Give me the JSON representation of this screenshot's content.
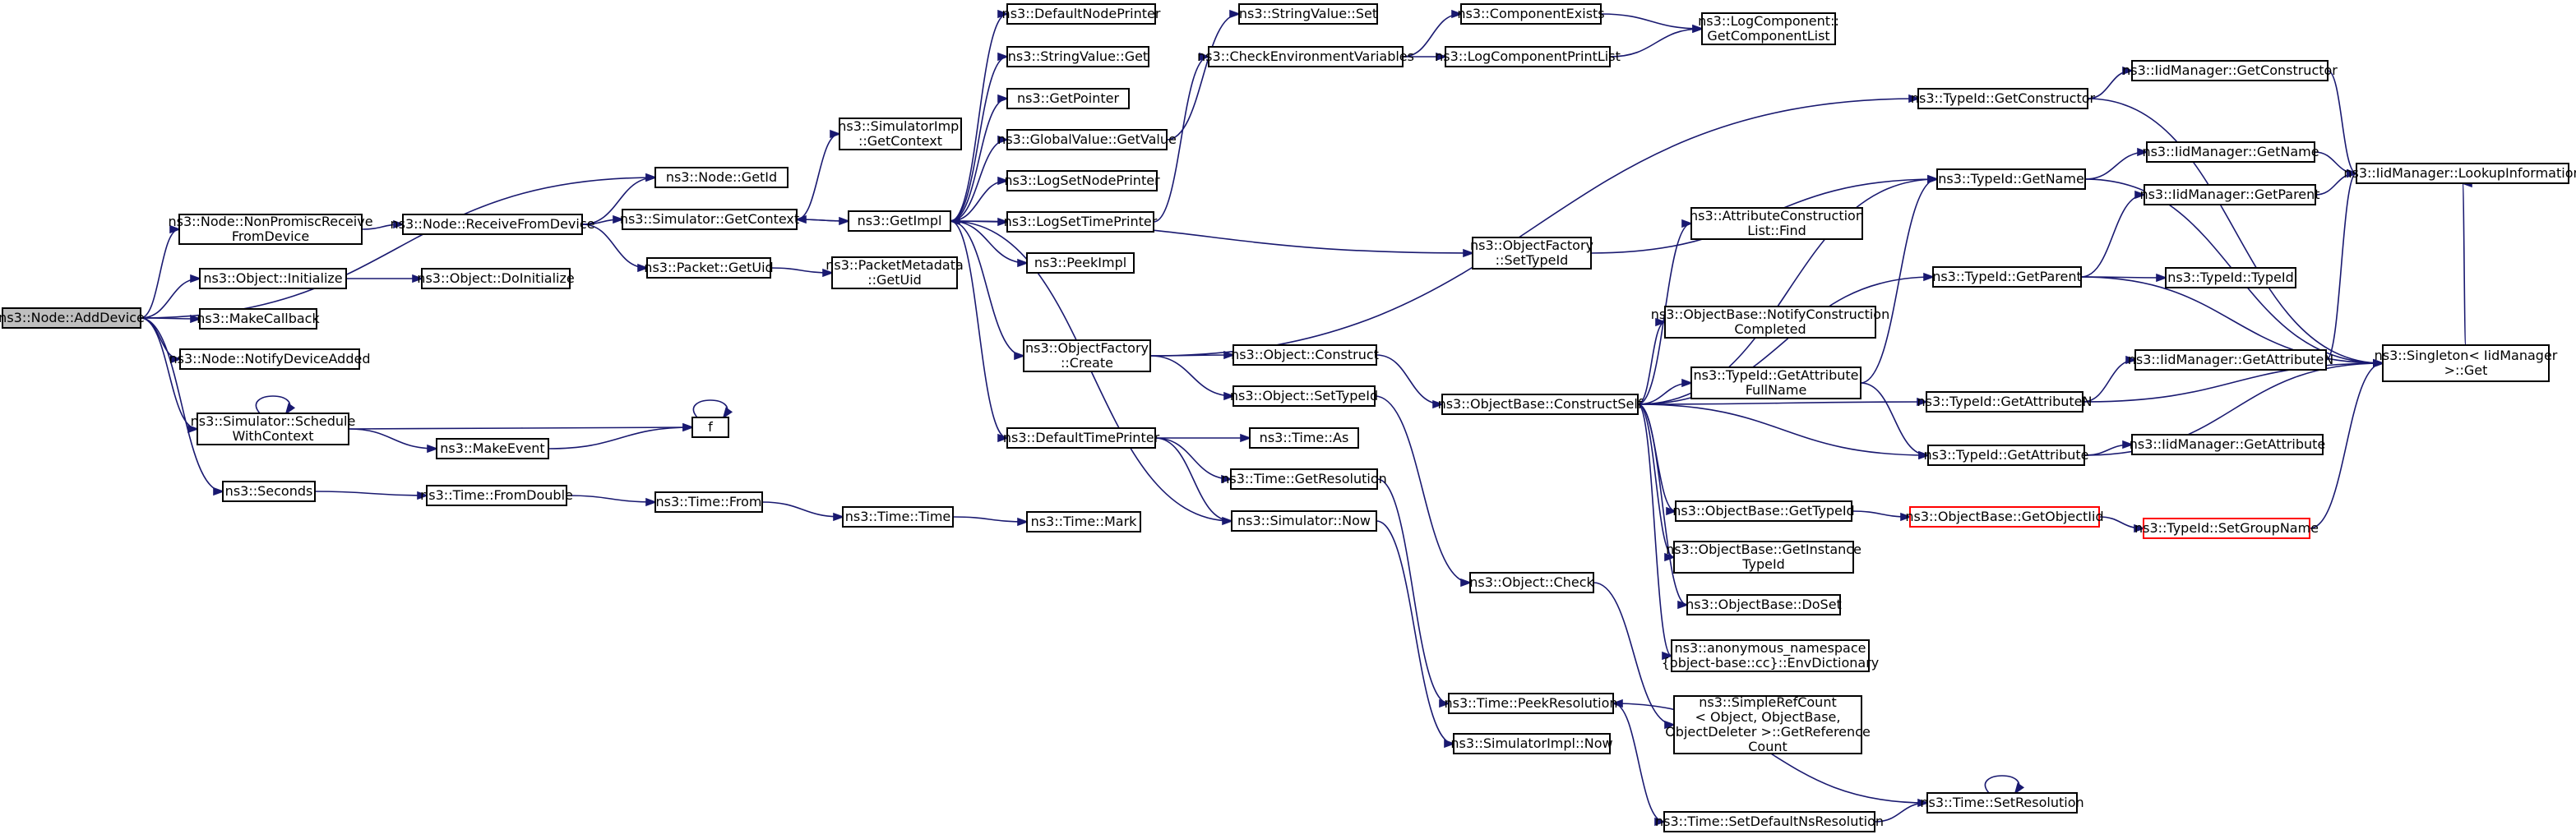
{
  "nodes": [
    {
      "id": "root",
      "lines": [
        "ns3::Node::AddDevice"
      ],
      "style": "root"
    },
    {
      "id": "getid",
      "lines": [
        "ns3::Node::GetId"
      ]
    },
    {
      "id": "nonpromisc",
      "lines": [
        "ns3::Node::NonPromiscReceive",
        "FromDevice"
      ]
    },
    {
      "id": "recvdev",
      "lines": [
        "ns3::Node::ReceiveFromDevice"
      ]
    },
    {
      "id": "simctx",
      "lines": [
        "ns3::Simulator::GetContext"
      ]
    },
    {
      "id": "implctx",
      "lines": [
        "ns3::SimulatorImpl",
        "::GetContext"
      ]
    },
    {
      "id": "getimpl",
      "lines": [
        "ns3::GetImpl"
      ]
    },
    {
      "id": "pktgetuid",
      "lines": [
        "ns3::Packet::GetUid"
      ]
    },
    {
      "id": "pktmetauid",
      "lines": [
        "ns3::PacketMetadata",
        "::GetUid"
      ]
    },
    {
      "id": "objinit",
      "lines": [
        "ns3::Object::Initialize"
      ]
    },
    {
      "id": "objdoinit",
      "lines": [
        "ns3::Object::DoInitialize"
      ]
    },
    {
      "id": "makecb",
      "lines": [
        "ns3::MakeCallback"
      ]
    },
    {
      "id": "notifydev",
      "lines": [
        "ns3::Node::NotifyDeviceAdded"
      ]
    },
    {
      "id": "schedctx",
      "lines": [
        "ns3::Simulator::Schedule",
        "WithContext"
      ]
    },
    {
      "id": "makeevent",
      "lines": [
        "ns3::MakeEvent"
      ]
    },
    {
      "id": "f",
      "lines": [
        "f"
      ]
    },
    {
      "id": "seconds",
      "lines": [
        "ns3::Seconds"
      ]
    },
    {
      "id": "fromdouble",
      "lines": [
        "ns3::Time::FromDouble"
      ]
    },
    {
      "id": "timefrom",
      "lines": [
        "ns3::Time::From"
      ]
    },
    {
      "id": "timetime",
      "lines": [
        "ns3::Time::Time"
      ]
    },
    {
      "id": "timemark",
      "lines": [
        "ns3::Time::Mark"
      ]
    },
    {
      "id": "defnodeprinter",
      "lines": [
        "ns3::DefaultNodePrinter"
      ]
    },
    {
      "id": "strvalget",
      "lines": [
        "ns3::StringValue::Get"
      ]
    },
    {
      "id": "getpointer",
      "lines": [
        "ns3::GetPointer"
      ]
    },
    {
      "id": "globalvalget",
      "lines": [
        "ns3::GlobalValue::GetValue"
      ]
    },
    {
      "id": "lognodeprinter",
      "lines": [
        "ns3::LogSetNodePrinter"
      ]
    },
    {
      "id": "logtimeprinter",
      "lines": [
        "ns3::LogSetTimePrinter"
      ]
    },
    {
      "id": "peekimpl",
      "lines": [
        "ns3::PeekImpl"
      ]
    },
    {
      "id": "objfactcreate",
      "lines": [
        "ns3::ObjectFactory",
        "::Create"
      ]
    },
    {
      "id": "deftimeprinter",
      "lines": [
        "ns3::DefaultTimePrinter"
      ]
    },
    {
      "id": "strvalset",
      "lines": [
        "ns3::StringValue::Set"
      ]
    },
    {
      "id": "checkenv",
      "lines": [
        "ns3::CheckEnvironmentVariables"
      ]
    },
    {
      "id": "compexists",
      "lines": [
        "ns3::ComponentExists"
      ]
    },
    {
      "id": "logcomplist",
      "lines": [
        "ns3::LogComponentPrintList"
      ]
    },
    {
      "id": "logcompget",
      "lines": [
        "ns3::LogComponent::",
        "GetComponentList"
      ]
    },
    {
      "id": "objfactsettid",
      "lines": [
        "ns3::ObjectFactory",
        "::SetTypeId"
      ]
    },
    {
      "id": "objconstruct",
      "lines": [
        "ns3::Object::Construct"
      ]
    },
    {
      "id": "objsettid",
      "lines": [
        "ns3::Object::SetTypeId"
      ]
    },
    {
      "id": "timeas",
      "lines": [
        "ns3::Time::As"
      ]
    },
    {
      "id": "timegetres",
      "lines": [
        "ns3::Time::GetResolution"
      ]
    },
    {
      "id": "simnow",
      "lines": [
        "ns3::Simulator::Now"
      ]
    },
    {
      "id": "objcheck",
      "lines": [
        "ns3::Object::Check"
      ]
    },
    {
      "id": "timepeekres",
      "lines": [
        "ns3::Time::PeekResolution"
      ]
    },
    {
      "id": "simimplnow",
      "lines": [
        "ns3::SimulatorImpl::Now"
      ]
    },
    {
      "id": "tidgetctor",
      "lines": [
        "ns3::TypeId::GetConstructor"
      ]
    },
    {
      "id": "tidgetname",
      "lines": [
        "ns3::TypeId::GetName"
      ]
    },
    {
      "id": "attrconsfind",
      "lines": [
        "ns3::AttributeConstruction",
        "List::Find"
      ]
    },
    {
      "id": "tidgetparent",
      "lines": [
        "ns3::TypeId::GetParent"
      ]
    },
    {
      "id": "objbasenotify",
      "lines": [
        "ns3::ObjectBase::NotifyConstruction",
        "Completed"
      ]
    },
    {
      "id": "tidgetattrfull",
      "lines": [
        "ns3::TypeId::GetAttribute",
        "FullName"
      ]
    },
    {
      "id": "objbaseconstruct",
      "lines": [
        "ns3::ObjectBase::ConstructSelf"
      ]
    },
    {
      "id": "tidgetattrn",
      "lines": [
        "ns3::TypeId::GetAttributeN"
      ]
    },
    {
      "id": "tidgetattr",
      "lines": [
        "ns3::TypeId::GetAttribute"
      ]
    },
    {
      "id": "objbasegettid",
      "lines": [
        "ns3::ObjectBase::GetTypeId"
      ]
    },
    {
      "id": "objbasegetobjtid",
      "lines": [
        "ns3::ObjectBase::GetObjectIid"
      ],
      "style": "red"
    },
    {
      "id": "objbasegetinst",
      "lines": [
        "ns3::ObjectBase::GetInstance",
        "TypeId"
      ]
    },
    {
      "id": "objbasedoset",
      "lines": [
        "ns3::ObjectBase::DoSet"
      ]
    },
    {
      "id": "anonenv",
      "lines": [
        "ns3::anonymous_namespace",
        "{object-base::cc}::EnvDictionary"
      ]
    },
    {
      "id": "simplerefcount",
      "lines": [
        "ns3::SimpleRefCount",
        "< Object, ObjectBase,",
        "ObjectDeleter >::GetReference",
        "Count"
      ]
    },
    {
      "id": "setdefns",
      "lines": [
        "ns3::Time::SetDefaultNsResolution"
      ]
    },
    {
      "id": "timesetres",
      "lines": [
        "ns3::Time::SetResolution"
      ]
    },
    {
      "id": "iidgetctor",
      "lines": [
        "ns3::IidManager::GetConstructor"
      ]
    },
    {
      "id": "iidgetname",
      "lines": [
        "ns3::IidManager::GetName"
      ]
    },
    {
      "id": "iidlookup",
      "lines": [
        "ns3::IidManager::LookupInformation"
      ]
    },
    {
      "id": "iidgetparent",
      "lines": [
        "ns3::IidManager::GetParent"
      ]
    },
    {
      "id": "tidtid",
      "lines": [
        "ns3::TypeId::TypeId"
      ]
    },
    {
      "id": "iidgetattrn",
      "lines": [
        "ns3::IidManager::GetAttributeN"
      ]
    },
    {
      "id": "singletonget",
      "lines": [
        "ns3::Singleton< IidManager",
        "&gt;::Get"
      ]
    },
    {
      "id": "iidgetattr",
      "lines": [
        "ns3::IidManager::GetAttribute"
      ]
    },
    {
      "id": "tidsetgroup",
      "lines": [
        "ns3::TypeId::SetGroupName"
      ],
      "style": "red"
    }
  ],
  "edges": [
    [
      "root",
      "getid"
    ],
    [
      "root",
      "nonpromisc"
    ],
    [
      "root",
      "objinit"
    ],
    [
      "root",
      "makecb"
    ],
    [
      "root",
      "notifydev"
    ],
    [
      "root",
      "schedctx"
    ],
    [
      "root",
      "seconds"
    ],
    [
      "nonpromisc",
      "recvdev"
    ],
    [
      "recvdev",
      "getid"
    ],
    [
      "recvdev",
      "simctx"
    ],
    [
      "recvdev",
      "pktgetuid"
    ],
    [
      "simctx",
      "implctx"
    ],
    [
      "simctx",
      "getimpl"
    ],
    [
      "getimpl",
      "simctx"
    ],
    [
      "pktgetuid",
      "pktmetauid"
    ],
    [
      "objinit",
      "objdoinit"
    ],
    [
      "schedctx",
      "schedctx"
    ],
    [
      "schedctx",
      "makeevent"
    ],
    [
      "schedctx",
      "f"
    ],
    [
      "makeevent",
      "f"
    ],
    [
      "f",
      "f"
    ],
    [
      "seconds",
      "fromdouble"
    ],
    [
      "fromdouble",
      "timefrom"
    ],
    [
      "timefrom",
      "timetime"
    ],
    [
      "timetime",
      "timemark"
    ],
    [
      "getimpl",
      "defnodeprinter"
    ],
    [
      "getimpl",
      "strvalget"
    ],
    [
      "getimpl",
      "getpointer"
    ],
    [
      "getimpl",
      "globalvalget"
    ],
    [
      "getimpl",
      "lognodeprinter"
    ],
    [
      "getimpl",
      "logtimeprinter"
    ],
    [
      "getimpl",
      "peekimpl"
    ],
    [
      "getimpl",
      "objfactcreate"
    ],
    [
      "getimpl",
      "deftimeprinter"
    ],
    [
      "getimpl",
      "objfactsettid"
    ],
    [
      "globalvalget",
      "strvalset"
    ],
    [
      "logtimeprinter",
      "checkenv"
    ],
    [
      "checkenv",
      "compexists"
    ],
    [
      "checkenv",
      "logcomplist"
    ],
    [
      "compexists",
      "logcompget"
    ],
    [
      "logcomplist",
      "logcompget"
    ],
    [
      "objfactcreate",
      "objconstruct"
    ],
    [
      "objfactcreate",
      "objsettid"
    ],
    [
      "objfactcreate",
      "tidgetctor"
    ],
    [
      "objconstruct",
      "objbaseconstruct"
    ],
    [
      "objsettid",
      "objcheck"
    ],
    [
      "deftimeprinter",
      "timeas"
    ],
    [
      "deftimeprinter",
      "timegetres"
    ],
    [
      "deftimeprinter",
      "simnow"
    ],
    [
      "simnow",
      "getimpl"
    ],
    [
      "simnow",
      "simimplnow"
    ],
    [
      "timegetres",
      "timepeekres"
    ],
    [
      "objcheck",
      "simplerefcount"
    ],
    [
      "objfactsettid",
      "tidgetname"
    ],
    [
      "objbaseconstruct",
      "tidgetname"
    ],
    [
      "objbaseconstruct",
      "attrconsfind"
    ],
    [
      "objbaseconstruct",
      "tidgetparent"
    ],
    [
      "objbaseconstruct",
      "objbasenotify"
    ],
    [
      "objbaseconstruct",
      "tidgetattrfull"
    ],
    [
      "objbaseconstruct",
      "tidgetattrn"
    ],
    [
      "objbaseconstruct",
      "tidgetattr"
    ],
    [
      "objbaseconstruct",
      "objbasegettid"
    ],
    [
      "objbaseconstruct",
      "objbasegetinst"
    ],
    [
      "objbaseconstruct",
      "objbasedoset"
    ],
    [
      "objbaseconstruct",
      "anonenv"
    ],
    [
      "tidgetattrfull",
      "tidgetname"
    ],
    [
      "tidgetattrfull",
      "tidgetattr"
    ],
    [
      "tidgetctor",
      "iidgetctor"
    ],
    [
      "tidgetctor",
      "singletonget"
    ],
    [
      "tidgetname",
      "iidgetname"
    ],
    [
      "tidgetname",
      "singletonget"
    ],
    [
      "tidgetparent",
      "iidgetparent"
    ],
    [
      "tidgetparent",
      "tidtid"
    ],
    [
      "tidgetparent",
      "singletonget"
    ],
    [
      "tidgetattrn",
      "iidgetattrn"
    ],
    [
      "tidgetattrn",
      "singletonget"
    ],
    [
      "tidgetattr",
      "iidgetattr"
    ],
    [
      "tidgetattr",
      "singletonget"
    ],
    [
      "objbasegettid",
      "objbasegetobjtid"
    ],
    [
      "objbasegetobjtid",
      "tidsetgroup"
    ],
    [
      "tidsetgroup",
      "singletonget"
    ],
    [
      "iidgetctor",
      "iidlookup"
    ],
    [
      "iidgetname",
      "iidlookup"
    ],
    [
      "iidgetparent",
      "iidlookup"
    ],
    [
      "iidgetattrn",
      "iidlookup"
    ],
    [
      "singletonget",
      "iidlookup"
    ],
    [
      "timesetres",
      "timesetres"
    ],
    [
      "timesetres",
      "timepeekres"
    ],
    [
      "setdefns",
      "timesetres"
    ],
    [
      "timepeekres",
      "setdefns"
    ]
  ]
}
